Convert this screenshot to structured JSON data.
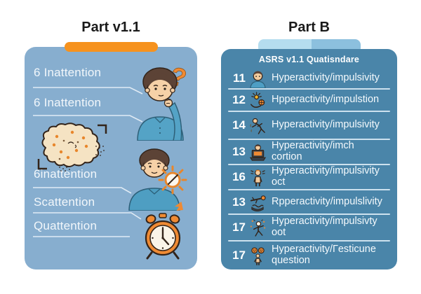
{
  "left_section": {
    "title": "Part v1.1",
    "accent_color": "#F6921E",
    "panel_color": "#87AECF",
    "labels": [
      "6 Inattention",
      "6 Inattention",
      "6inattention",
      "Scattention",
      "Quattention"
    ],
    "illustrations": [
      "thinking-man",
      "brain",
      "boy-with-gear",
      "alarm-clock",
      "cursor-arrow"
    ]
  },
  "right_section": {
    "title": "Part B",
    "panel_color": "#4A85A9",
    "pill_colors": [
      "#B5DDEF",
      "#8CC0DE"
    ],
    "divider_color": "#D4E6F1",
    "header": "ASRS v1.1 Quatisndare",
    "rows": [
      {
        "number": "11",
        "icon": "person-bust-icon",
        "text": "Hyperactivity/impulsivity",
        "text2": ""
      },
      {
        "number": "12",
        "icon": "idea-ball-icon",
        "text": "Hpperactivity/impulstion",
        "text2": ""
      },
      {
        "number": "14",
        "icon": "slipping-person-icon",
        "text": "Hyperactivity/impulsivity",
        "text2": ""
      },
      {
        "number": "13",
        "icon": "laptop-person-icon",
        "text": "Hyperactivity/imch",
        "text2": "cortion"
      },
      {
        "number": "16",
        "icon": "anxious-person-icon",
        "text": "Hyperactivity/impulsivity",
        "text2": "oct"
      },
      {
        "number": "13",
        "icon": "diving-person-icon",
        "text": "Rpperactivity/impulslivity",
        "text2": ""
      },
      {
        "number": "17",
        "icon": "dancing-person-icon",
        "text": "Hyperactivity/impulsivty",
        "text2": "oot"
      },
      {
        "number": "17",
        "icon": "faces-person-icon",
        "text": "Hyperactivity/Гesticune",
        "text2": "question"
      }
    ]
  }
}
